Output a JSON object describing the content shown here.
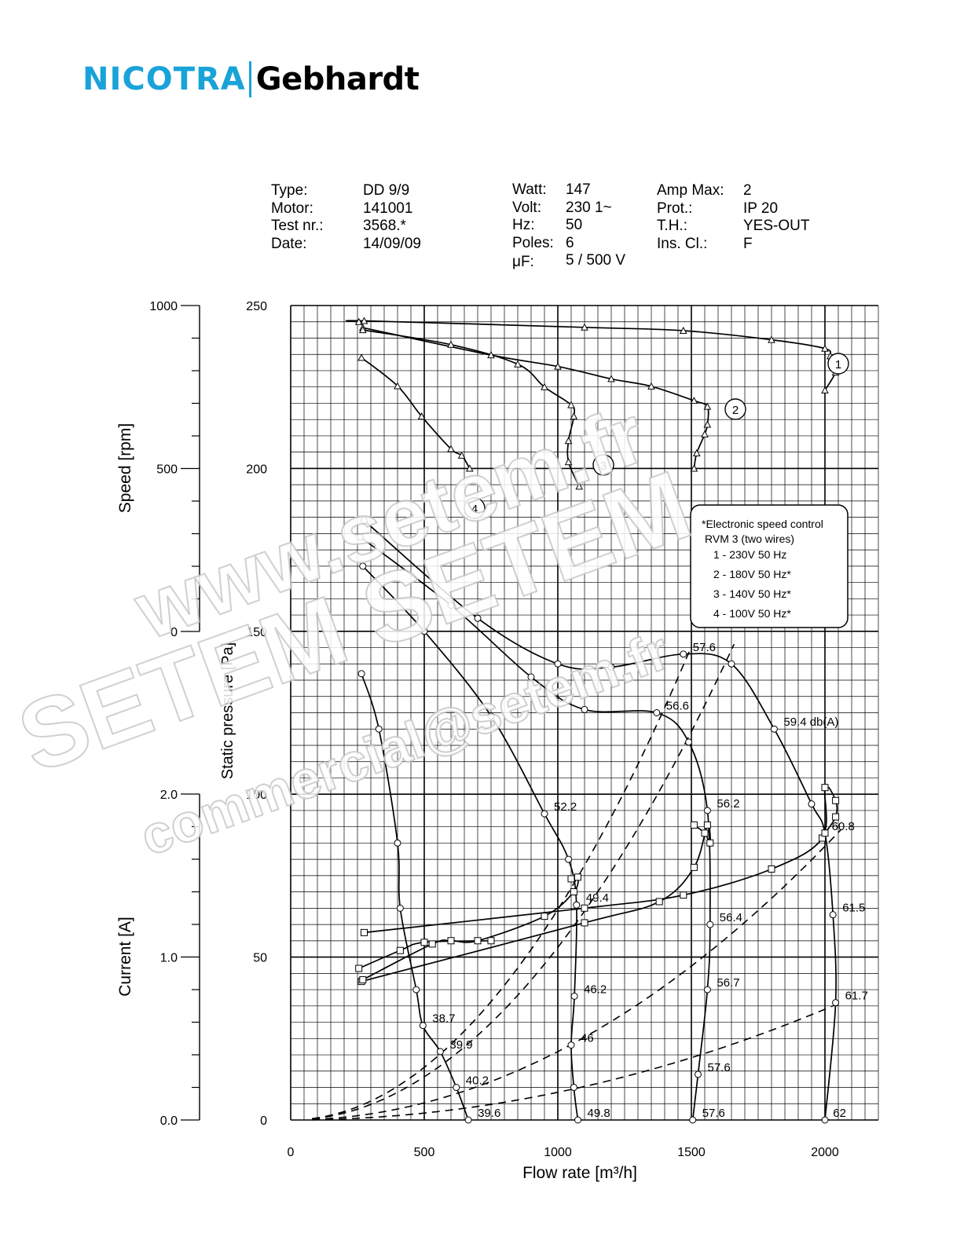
{
  "logo": {
    "brand_primary": "NICOTRA",
    "brand_secondary": "Gebhardt",
    "color_primary": "#1aa3d9"
  },
  "specs": {
    "col1_labels": [
      "Type:",
      "Motor:",
      "Test nr.:",
      "Date:"
    ],
    "col1_values": [
      "DD 9/9",
      "141001",
      "3568.*",
      "14/09/09"
    ],
    "col2_labels": [
      "Watt:",
      "Volt:",
      "Hz:",
      "Poles:",
      "μF:"
    ],
    "col2_values": [
      "147",
      "230 1~",
      "50",
      "6",
      "5 / 500 V"
    ],
    "col3_labels": [
      "Amp Max:",
      "Prot.:",
      "T.H.:",
      "Ins. Cl.:"
    ],
    "col3_values": [
      "2",
      "IP 20",
      "YES-OUT",
      "F"
    ]
  },
  "legend_box": {
    "title": "*Electronic speed control",
    "subtitle": "RVM 3 (two wires)",
    "items": [
      "1 - 230V 50 Hz",
      "2 - 180V 50 Hz*",
      "3 - 140V 50 Hz*",
      "4 - 100V 50 Hz*"
    ]
  },
  "watermark": {
    "line1": "www.setem.fr",
    "line2": "SETEM   SETEM",
    "line3": "commercial@setem.fr"
  },
  "chart_data": {
    "type": "line",
    "xlabel": "Flow rate [m³/h]",
    "xlim": [
      0,
      2200
    ],
    "x_ticks": [
      "0",
      "500",
      "1000",
      "1500",
      "2000"
    ],
    "pressure_axis": {
      "label": "Static pressure [Pa]",
      "lim": [
        0,
        250
      ],
      "ticks": [
        "0",
        "50",
        "100",
        "150",
        "200",
        "250"
      ]
    },
    "speed_axis": {
      "label": "Speed [rpm]",
      "lim": [
        0,
        1000
      ],
      "ticks": [
        "0",
        "500",
        "1000"
      ]
    },
    "current_axis": {
      "label": "Current [A]",
      "lim": [
        0,
        2.0
      ],
      "ticks": [
        "0.0",
        "1.0",
        "2.0"
      ]
    },
    "curve_labels": [
      "1",
      "2",
      "3",
      "4"
    ],
    "pressure_curves": [
      {
        "curve": "1",
        "points": [
          [
            275,
            184
          ],
          [
            700,
            154
          ],
          [
            1000,
            140
          ],
          [
            1200,
            139
          ],
          [
            1470,
            143
          ],
          [
            1650,
            140
          ],
          [
            1810,
            120
          ],
          [
            1950,
            97
          ],
          [
            2000,
            88
          ],
          [
            2030,
            63
          ],
          [
            2040,
            36
          ],
          [
            2000,
            0
          ]
        ]
      },
      {
        "curve": "2",
        "points": [
          [
            260,
            179
          ],
          [
            600,
            158
          ],
          [
            900,
            136
          ],
          [
            1100,
            126
          ],
          [
            1370,
            125
          ],
          [
            1490,
            116
          ],
          [
            1560,
            95
          ],
          [
            1570,
            60
          ],
          [
            1560,
            40
          ],
          [
            1525,
            14
          ],
          [
            1505,
            0
          ]
        ]
      },
      {
        "curve": "3",
        "points": [
          [
            270,
            170
          ],
          [
            500,
            150
          ],
          [
            750,
            124
          ],
          [
            950,
            94
          ],
          [
            1040,
            80
          ],
          [
            1070,
            66
          ],
          [
            1062,
            38
          ],
          [
            1050,
            23
          ],
          [
            1060,
            10
          ],
          [
            1075,
            0
          ]
        ]
      },
      {
        "curve": "4",
        "points": [
          [
            265,
            137
          ],
          [
            330,
            120
          ],
          [
            400,
            85
          ],
          [
            410,
            65
          ],
          [
            470,
            40
          ],
          [
            495,
            29
          ],
          [
            560,
            21
          ],
          [
            620,
            10
          ],
          [
            665,
            0
          ]
        ]
      }
    ],
    "speed_curves": [
      {
        "curve": "1",
        "points": [
          [
            255,
            950
          ],
          [
            275,
            953
          ],
          [
            1100,
            933
          ],
          [
            1470,
            923
          ],
          [
            1800,
            895
          ],
          [
            2000,
            868
          ],
          [
            2020,
            845
          ],
          [
            2040,
            830
          ],
          [
            2040,
            795
          ],
          [
            2000,
            740
          ]
        ]
      },
      {
        "curve": "2",
        "points": [
          [
            270,
            932
          ],
          [
            750,
            848
          ],
          [
            1000,
            813
          ],
          [
            1200,
            775
          ],
          [
            1350,
            752
          ],
          [
            1510,
            708
          ],
          [
            1560,
            690
          ],
          [
            1560,
            635
          ],
          [
            1550,
            605
          ],
          [
            1520,
            547
          ],
          [
            1510,
            500
          ]
        ]
      },
      {
        "curve": "3",
        "points": [
          [
            270,
            925
          ],
          [
            600,
            880
          ],
          [
            850,
            820
          ],
          [
            950,
            750
          ],
          [
            1050,
            695
          ],
          [
            1060,
            660
          ],
          [
            1040,
            585
          ],
          [
            1040,
            520
          ],
          [
            1080,
            445
          ]
        ]
      },
      {
        "curve": "4",
        "points": [
          [
            265,
            840
          ],
          [
            400,
            753
          ],
          [
            490,
            660
          ],
          [
            600,
            560
          ],
          [
            640,
            540
          ],
          [
            670,
            500
          ]
        ]
      }
    ],
    "current_curves": [
      {
        "curve": "1",
        "points": [
          [
            275,
            1.15
          ],
          [
            1100,
            1.3
          ],
          [
            1470,
            1.38
          ],
          [
            1800,
            1.54
          ],
          [
            1990,
            1.73
          ],
          [
            2000,
            2.04
          ],
          [
            2040,
            1.96
          ],
          [
            2040,
            1.86
          ],
          [
            2000,
            1.76
          ]
        ]
      },
      {
        "curve": "2",
        "points": [
          [
            265,
            0.85
          ],
          [
            1100,
            1.21
          ],
          [
            1380,
            1.34
          ],
          [
            1510,
            1.55
          ],
          [
            1560,
            1.81
          ],
          [
            1570,
            1.7
          ],
          [
            1550,
            1.76
          ],
          [
            1510,
            1.81
          ]
        ]
      },
      {
        "curve": "3",
        "points": [
          [
            270,
            0.86
          ],
          [
            530,
            1.08
          ],
          [
            600,
            1.1
          ],
          [
            700,
            1.1
          ],
          [
            950,
            1.25
          ],
          [
            1060,
            1.4
          ],
          [
            1075,
            1.49
          ],
          [
            1050,
            1.48
          ]
        ]
      },
      {
        "curve": "4",
        "points": [
          [
            255,
            0.93
          ],
          [
            410,
            1.04
          ],
          [
            500,
            1.09
          ],
          [
            750,
            1.1
          ]
        ]
      }
    ],
    "noise_labels": [
      {
        "text": "57.6",
        "x": 1470,
        "y": 143
      },
      {
        "text": "59.4 db(A)",
        "x": 1810,
        "y": 120
      },
      {
        "text": "60.8",
        "x": 1990,
        "y": 88
      },
      {
        "text": "61.5",
        "x": 2030,
        "y": 63
      },
      {
        "text": "61.7",
        "x": 2040,
        "y": 36
      },
      {
        "text": "62",
        "x": 1995,
        "y": 0
      },
      {
        "text": "56.6",
        "x": 1370,
        "y": 125
      },
      {
        "text": "56.2",
        "x": 1560,
        "y": 95
      },
      {
        "text": "56.4",
        "x": 1570,
        "y": 60
      },
      {
        "text": "56.7",
        "x": 1560,
        "y": 40
      },
      {
        "text": "57.6",
        "x": 1525,
        "y": 14
      },
      {
        "text": "57.6",
        "x": 1505,
        "y": 0
      },
      {
        "text": "52.2",
        "x": 950,
        "y": 94
      },
      {
        "text": "49.4",
        "x": 1070,
        "y": 66
      },
      {
        "text": "46.2",
        "x": 1062,
        "y": 38
      },
      {
        "text": "46",
        "x": 1050,
        "y": 23
      },
      {
        "text": "49.8",
        "x": 1075,
        "y": 0
      },
      {
        "text": "38.7",
        "x": 495,
        "y": 29
      },
      {
        "text": "39.9",
        "x": 560,
        "y": 21
      },
      {
        "text": "40.2",
        "x": 620,
        "y": 10
      },
      {
        "text": "39.6",
        "x": 665,
        "y": 0
      }
    ],
    "system_curves": [
      {
        "k": 6.46e-05
      },
      {
        "k": 5.3e-05
      },
      {
        "k": 2.1e-05
      },
      {
        "k": 8.5e-06
      }
    ],
    "grid": true
  }
}
